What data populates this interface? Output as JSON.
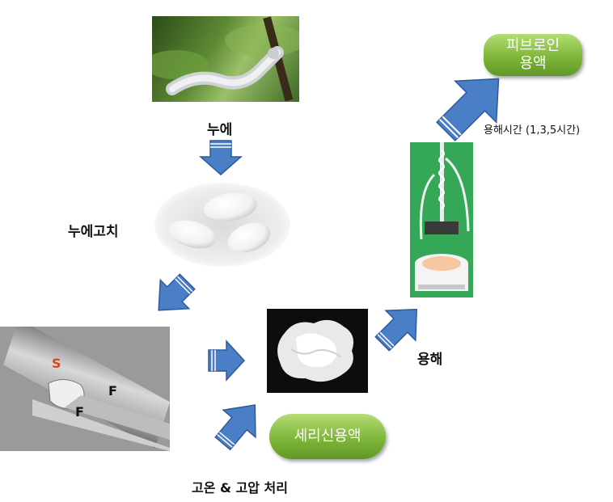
{
  "labels": {
    "silkworm": "누에",
    "cocoon": "누에고치",
    "dissolve": "용해",
    "dissolve_time": "용해시간 (1,3,5시간)",
    "treatment": "고온 & 고압 처리"
  },
  "outputs": {
    "fibroin_line1": "피브로인",
    "fibroin_line2": "용액",
    "sericin": "세리신용액"
  },
  "sem_markers": {
    "s": "S",
    "f1": "F",
    "f2": "F"
  },
  "colors": {
    "arrow_fill": "#4a7ec6",
    "arrow_stroke": "#2d5a99",
    "pill_green": "#7fb63a",
    "sem_s_marker": "#e0431f"
  }
}
